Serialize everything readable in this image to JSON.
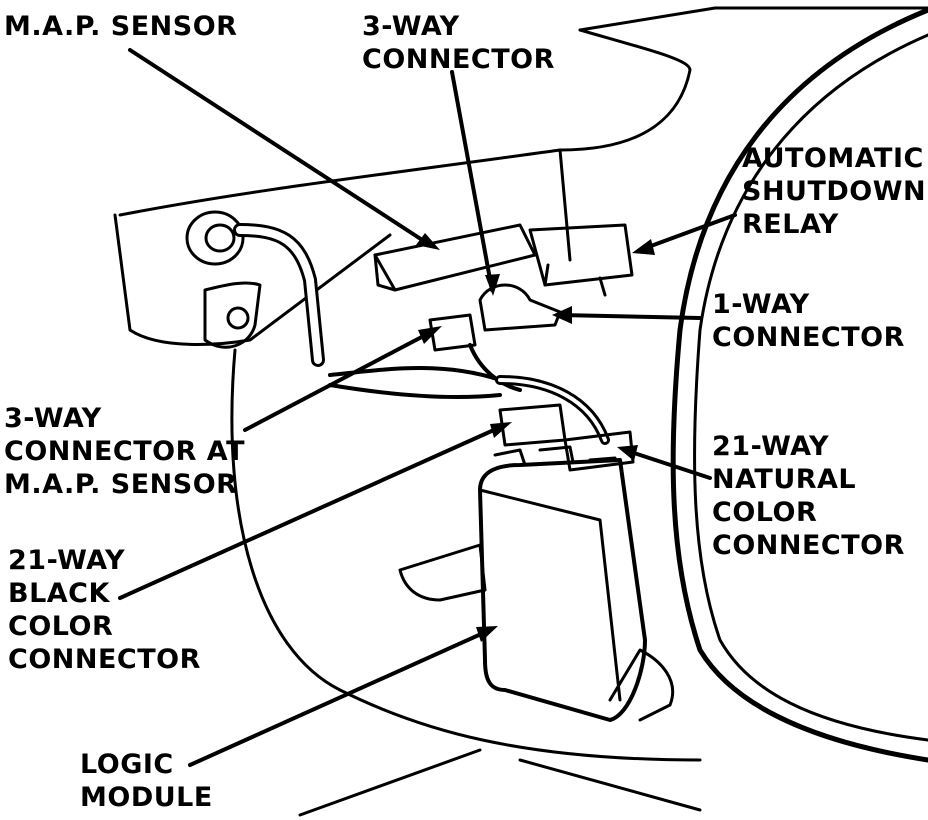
{
  "labels": {
    "map_sensor": [
      "M.A.P. SENSOR"
    ],
    "three_way_connector": [
      "3-WAY",
      "CONNECTOR"
    ],
    "auto_shutdown_relay": [
      "AUTOMATIC",
      "SHUTDOWN",
      "RELAY"
    ],
    "one_way_connector": [
      "1-WAY",
      "CONNECTOR"
    ],
    "three_way_at_map": [
      "3-WAY",
      "CONNECTOR AT",
      "M.A.P. SENSOR"
    ],
    "natural_21_way": [
      "21-WAY",
      "NATURAL",
      "COLOR",
      "CONNECTOR"
    ],
    "black_21_way": [
      "21-WAY",
      "BLACK",
      "COLOR",
      "CONNECTOR"
    ],
    "logic_module": [
      "LOGIC",
      "MODULE"
    ]
  },
  "colors": {
    "ink": "#000000",
    "paper": "#ffffff"
  }
}
